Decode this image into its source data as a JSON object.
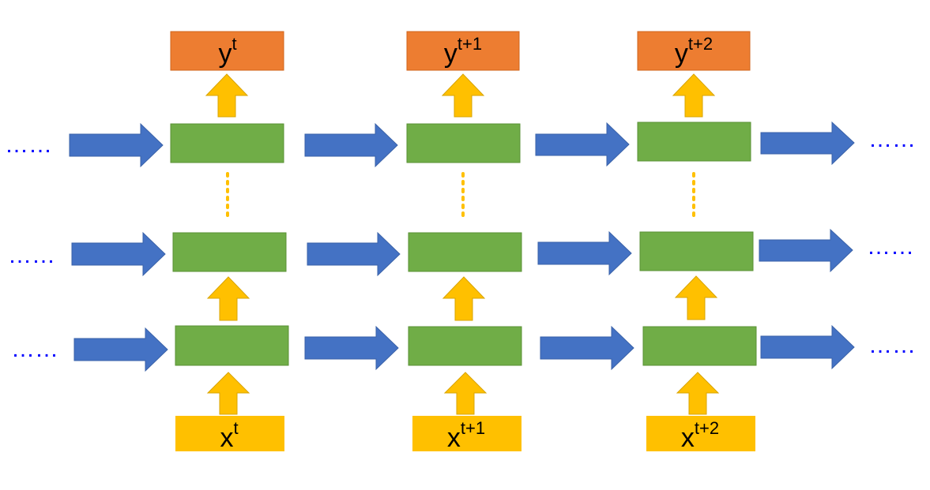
{
  "colors": {
    "output_box": "#ED7D31",
    "input_box": "#FFC000",
    "cell": "#70AD47",
    "horizontal_arrow": "#4472C4",
    "vertical_arrow": "#FFC000",
    "ellipsis": "#0000FF",
    "vertical_dots": "#FFC000"
  },
  "timesteps": [
    {
      "output": {
        "base": "y",
        "sup": "t"
      },
      "input": {
        "base": "x",
        "sup": "t"
      }
    },
    {
      "output": {
        "base": "y",
        "sup": "t+1"
      },
      "input": {
        "base": "x",
        "sup": "t+1"
      }
    },
    {
      "output": {
        "base": "y",
        "sup": "t+2"
      },
      "input": {
        "base": "x",
        "sup": "t+2"
      }
    }
  ],
  "rows": [
    "top",
    "middle",
    "bottom"
  ],
  "ellipsis_text": "……",
  "vertical_dots_text": "⋮"
}
